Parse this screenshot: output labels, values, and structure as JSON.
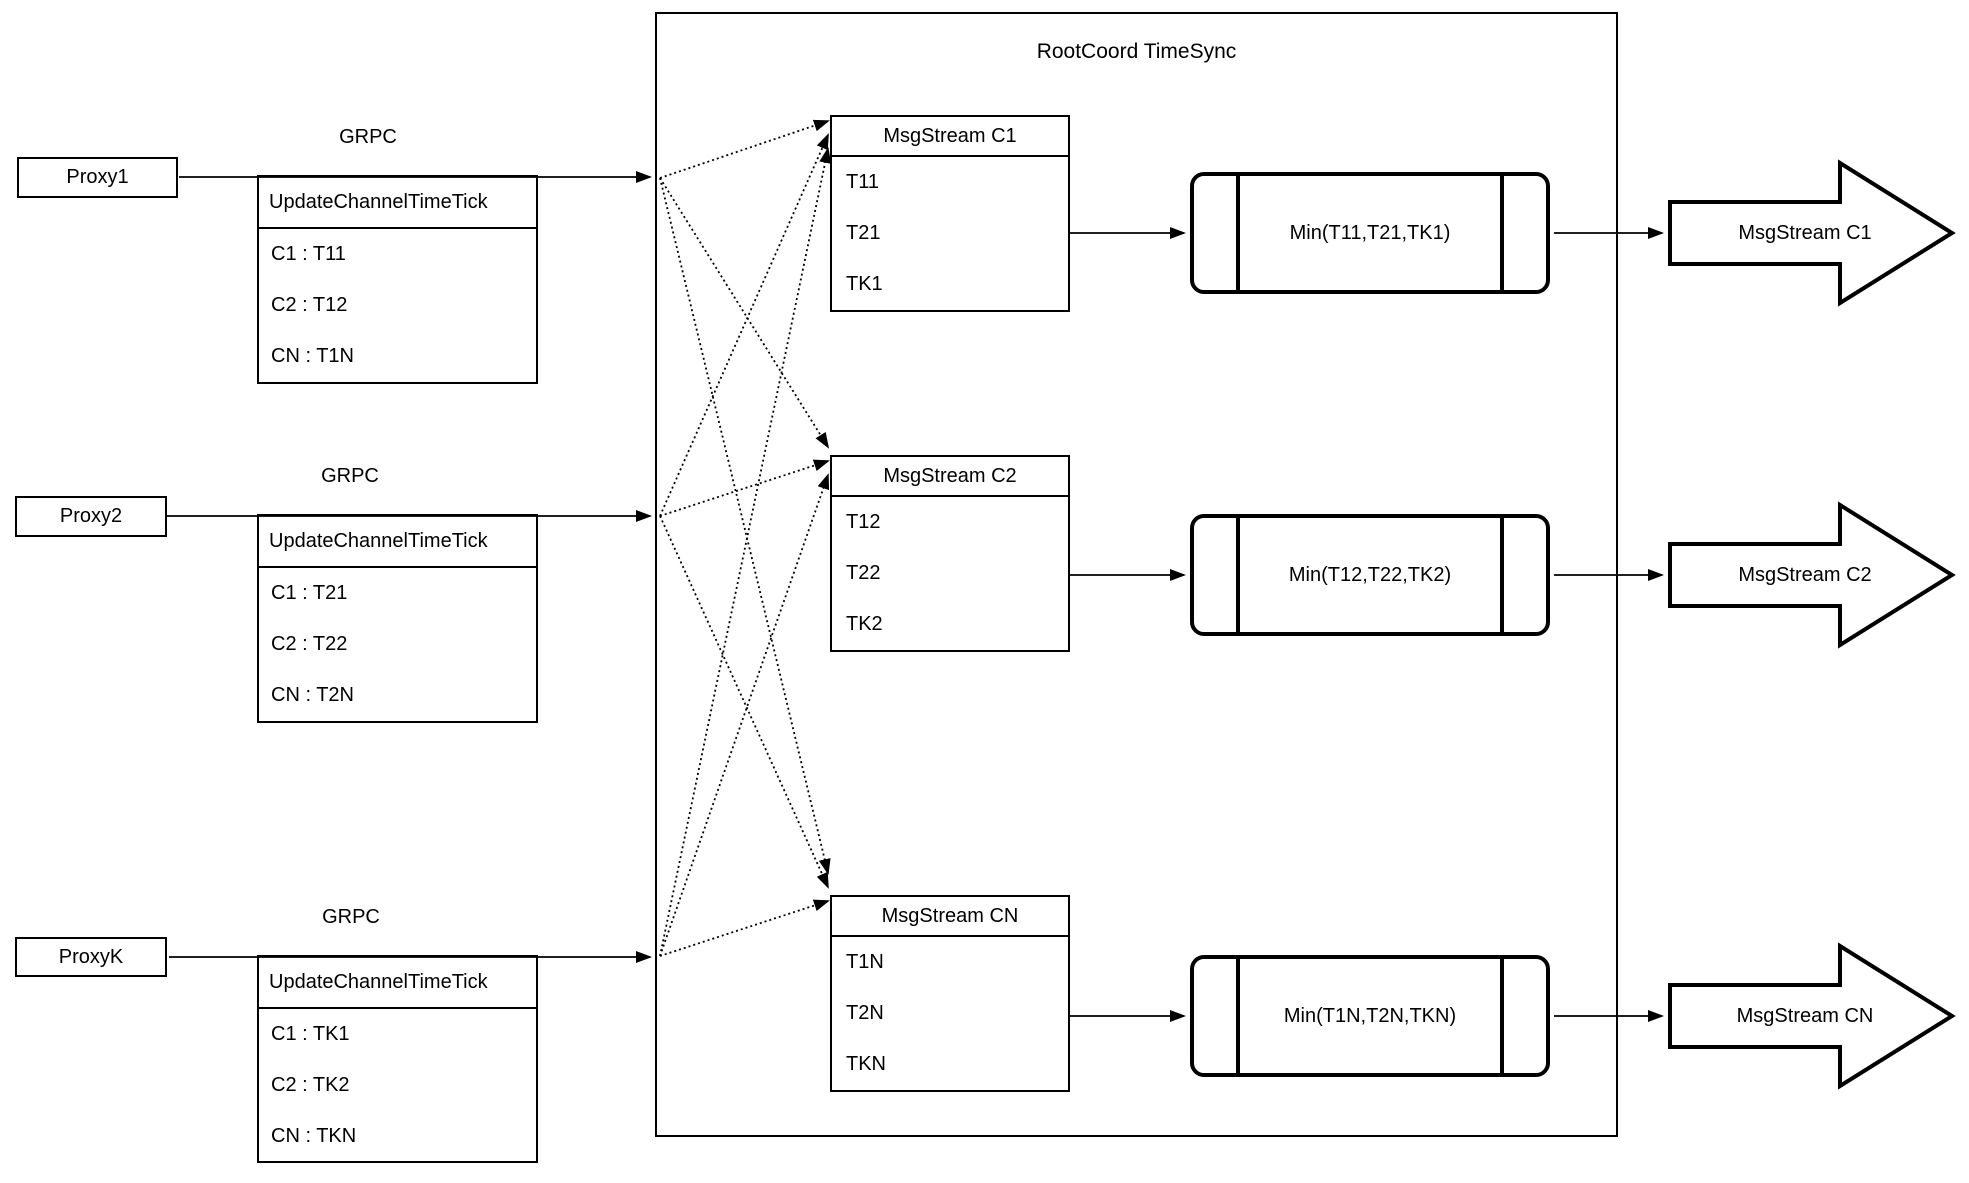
{
  "title": "RootCoord TimeSync",
  "grpc_label": "GRPC",
  "proxies": [
    {
      "name": "Proxy1",
      "table_header": "UpdateChannelTimeTick",
      "rows": [
        "C1 : T11",
        "C2 : T12",
        "CN : T1N"
      ]
    },
    {
      "name": "Proxy2",
      "table_header": "UpdateChannelTimeTick",
      "rows": [
        "C1 : T21",
        "C2 : T22",
        "CN : T2N"
      ]
    },
    {
      "name": "ProxyK",
      "table_header": "UpdateChannelTimeTick",
      "rows": [
        "C1 : TK1",
        "C2 : TK2",
        "CN : TKN"
      ]
    }
  ],
  "streams": [
    {
      "header": "MsgStream C1",
      "ticks": [
        "T11",
        "T21",
        "TK1"
      ],
      "min_label": "Min(T11,T21,TK1)",
      "output_label": "MsgStream C1"
    },
    {
      "header": "MsgStream C2",
      "ticks": [
        "T12",
        "T22",
        "TK2"
      ],
      "min_label": "Min(T12,T22,TK2)",
      "output_label": "MsgStream C2"
    },
    {
      "header": "MsgStream CN",
      "ticks": [
        "T1N",
        "T2N",
        "TKN"
      ],
      "min_label": "Min(T1N,T2N,TKN)",
      "output_label": "MsgStream CN"
    }
  ],
  "colors": {
    "stroke": "#000000",
    "background": "#ffffff"
  }
}
